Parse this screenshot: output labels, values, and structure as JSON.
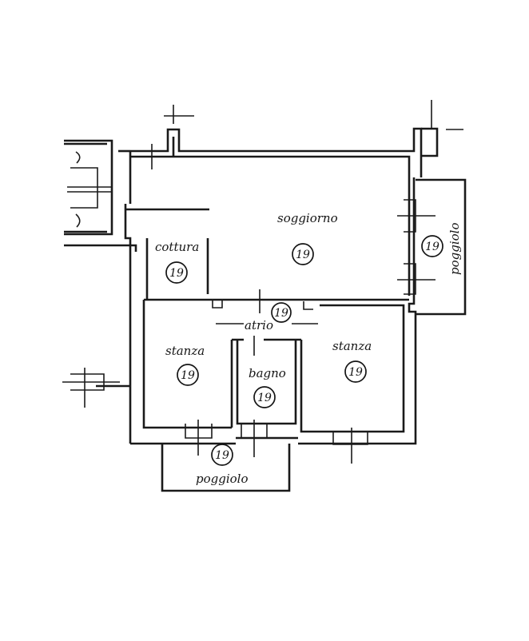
{
  "rooms": {
    "soggiorno": {
      "label": "soggiorno",
      "badge": "19"
    },
    "cottura": {
      "label": "cottura",
      "badge": "19"
    },
    "atrio": {
      "label": "atrio",
      "badge": "19"
    },
    "stanza_left": {
      "label": "stanza",
      "badge": "19"
    },
    "bagno": {
      "label": "bagno",
      "badge": "19"
    },
    "stanza_right": {
      "label": "stanza",
      "badge": "19"
    },
    "poggiolo_right": {
      "label": "poggiolo",
      "badge": "19"
    },
    "poggiolo_bottom": {
      "label": "poggiolo",
      "badge": "19"
    }
  }
}
